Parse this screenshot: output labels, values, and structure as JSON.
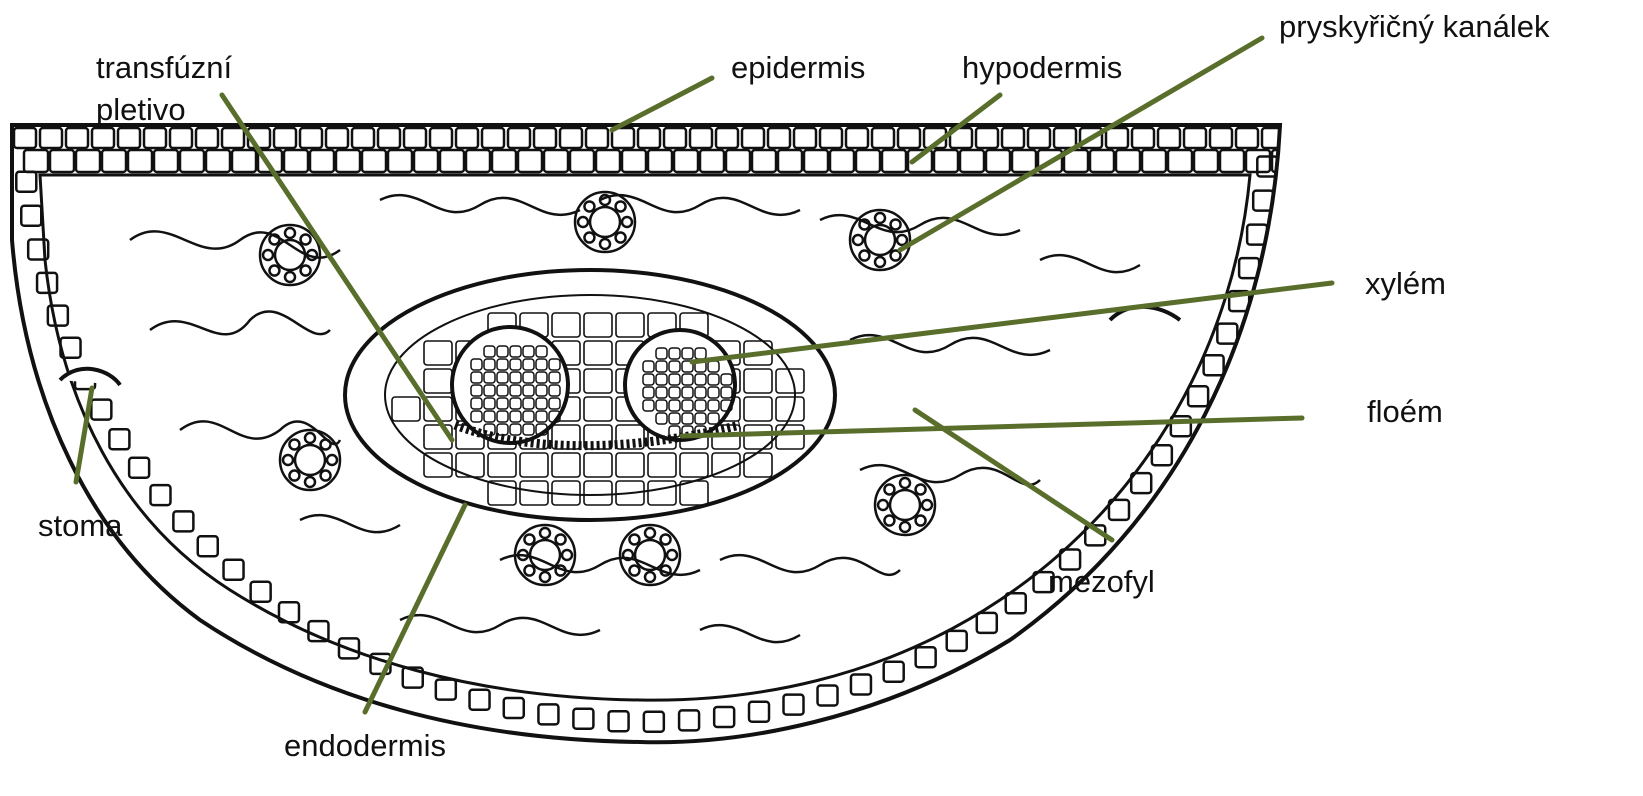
{
  "diagram": {
    "subject": "needle-leaf-cross-section",
    "leader_color": "#5a6e2c",
    "ink_color": "#111111",
    "labels": {
      "transfuzni_line1": "transfúzní",
      "transfuzni_line2": "pletivo",
      "epidermis": "epidermis",
      "hypodermis": "hypodermis",
      "pryskyricny": "pryskyřičný kanálek",
      "xylem": "xylém",
      "floem": "floém",
      "stoma": "stoma",
      "mezofyl": "mezofyl",
      "endodermis": "endodermis"
    }
  }
}
